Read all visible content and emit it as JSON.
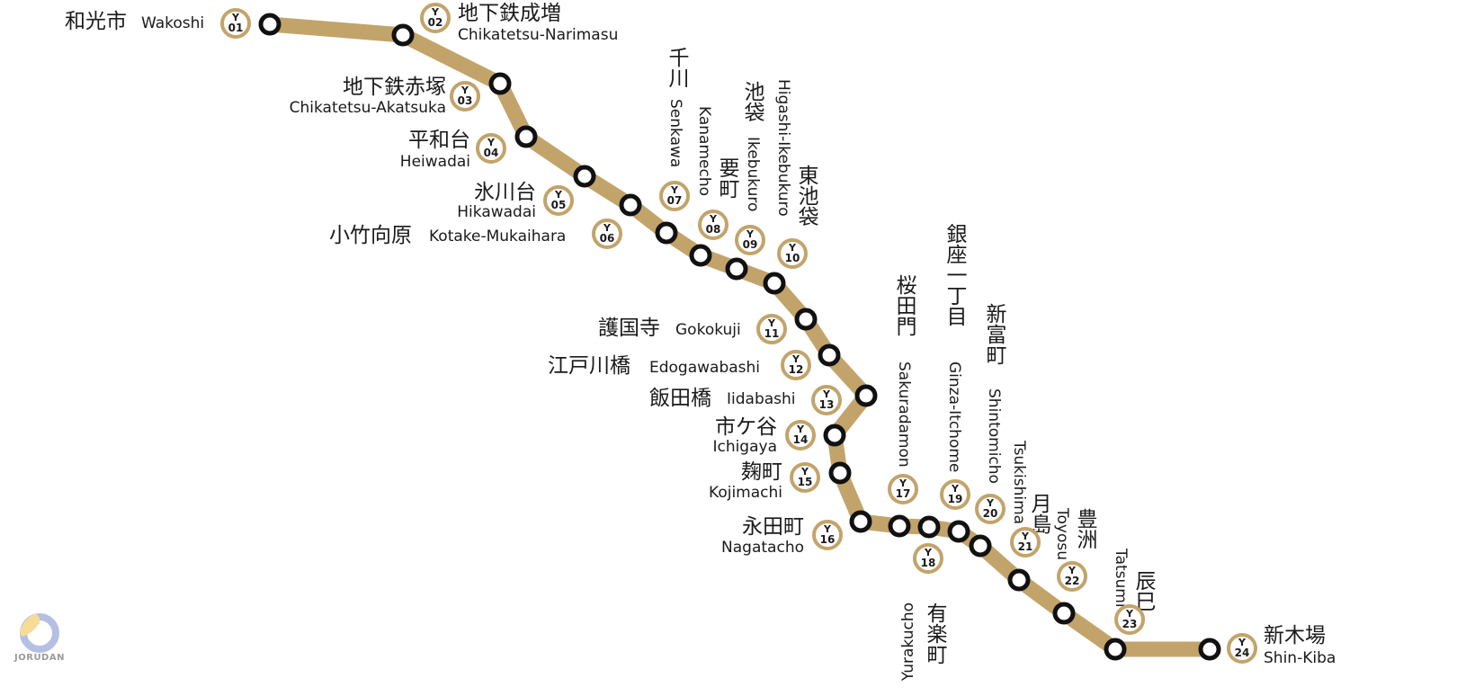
{
  "line": {
    "letter": "Y",
    "color": "#c2a46b",
    "node_stroke": "#111111"
  },
  "stations": [
    {
      "code": "01",
      "jp": "和光市",
      "en": "Wakoshi"
    },
    {
      "code": "02",
      "jp": "地下鉄成増",
      "en": "Chikatetsu-Narimasu"
    },
    {
      "code": "03",
      "jp": "地下鉄赤塚",
      "en": "Chikatetsu-Akatsuka"
    },
    {
      "code": "04",
      "jp": "平和台",
      "en": "Heiwadai"
    },
    {
      "code": "05",
      "jp": "氷川台",
      "en": "Hikawadai"
    },
    {
      "code": "06",
      "jp": "小竹向原",
      "en": "Kotake-Mukaihara"
    },
    {
      "code": "07",
      "jp": "千川",
      "en": "Senkawa"
    },
    {
      "code": "08",
      "jp": "要町",
      "en": "Kanamecho"
    },
    {
      "code": "09",
      "jp": "池袋",
      "en": "Ikebukuro"
    },
    {
      "code": "10",
      "jp": "東池袋",
      "en": "Higashi-Ikebukuro"
    },
    {
      "code": "11",
      "jp": "護国寺",
      "en": "Gokokuji"
    },
    {
      "code": "12",
      "jp": "江戸川橋",
      "en": "Edogawabashi"
    },
    {
      "code": "13",
      "jp": "飯田橋",
      "en": "Iidabashi"
    },
    {
      "code": "14",
      "jp": "市ケ谷",
      "en": "Ichigaya"
    },
    {
      "code": "15",
      "jp": "麹町",
      "en": "Kojimachi"
    },
    {
      "code": "16",
      "jp": "永田町",
      "en": "Nagatacho"
    },
    {
      "code": "17",
      "jp": "桜田門",
      "en": "Sakuradamon"
    },
    {
      "code": "18",
      "jp": "有楽町",
      "en": "Yurakucho"
    },
    {
      "code": "19",
      "jp": "銀座一丁目",
      "en": "Ginza-Itchome"
    },
    {
      "code": "20",
      "jp": "新富町",
      "en": "Shintomicho"
    },
    {
      "code": "21",
      "jp": "月島",
      "en": "Tsukishima"
    },
    {
      "code": "22",
      "jp": "豊洲",
      "en": "Toyosu"
    },
    {
      "code": "23",
      "jp": "辰巳",
      "en": "Tatsumi"
    },
    {
      "code": "24",
      "jp": "新木場",
      "en": "Shin-Kiba"
    }
  ],
  "logo": {
    "text": "JORUDAN"
  }
}
